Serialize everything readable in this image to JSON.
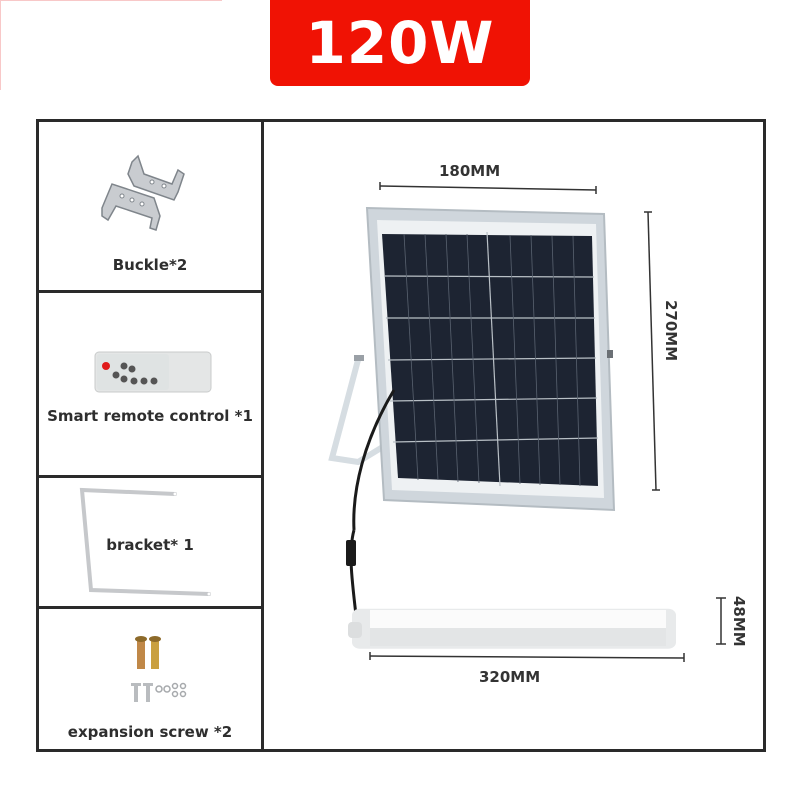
{
  "header": {
    "title": "120W",
    "badge_color": "#f01204"
  },
  "accessories": [
    {
      "label": "Buckle*2",
      "icon": "buckle-clip-icon"
    },
    {
      "label": "Smart remote control *1",
      "icon": "remote-control-icon"
    },
    {
      "label": "bracket* 1",
      "icon": "bracket-icon"
    },
    {
      "label": "expansion screw *2",
      "icon": "expansion-screw-icon"
    }
  ],
  "product": {
    "solar_panel": {
      "width_label": "180MM",
      "height_label": "270MM"
    },
    "light_tube": {
      "length_label": "320MM",
      "height_label": "48MM"
    }
  }
}
